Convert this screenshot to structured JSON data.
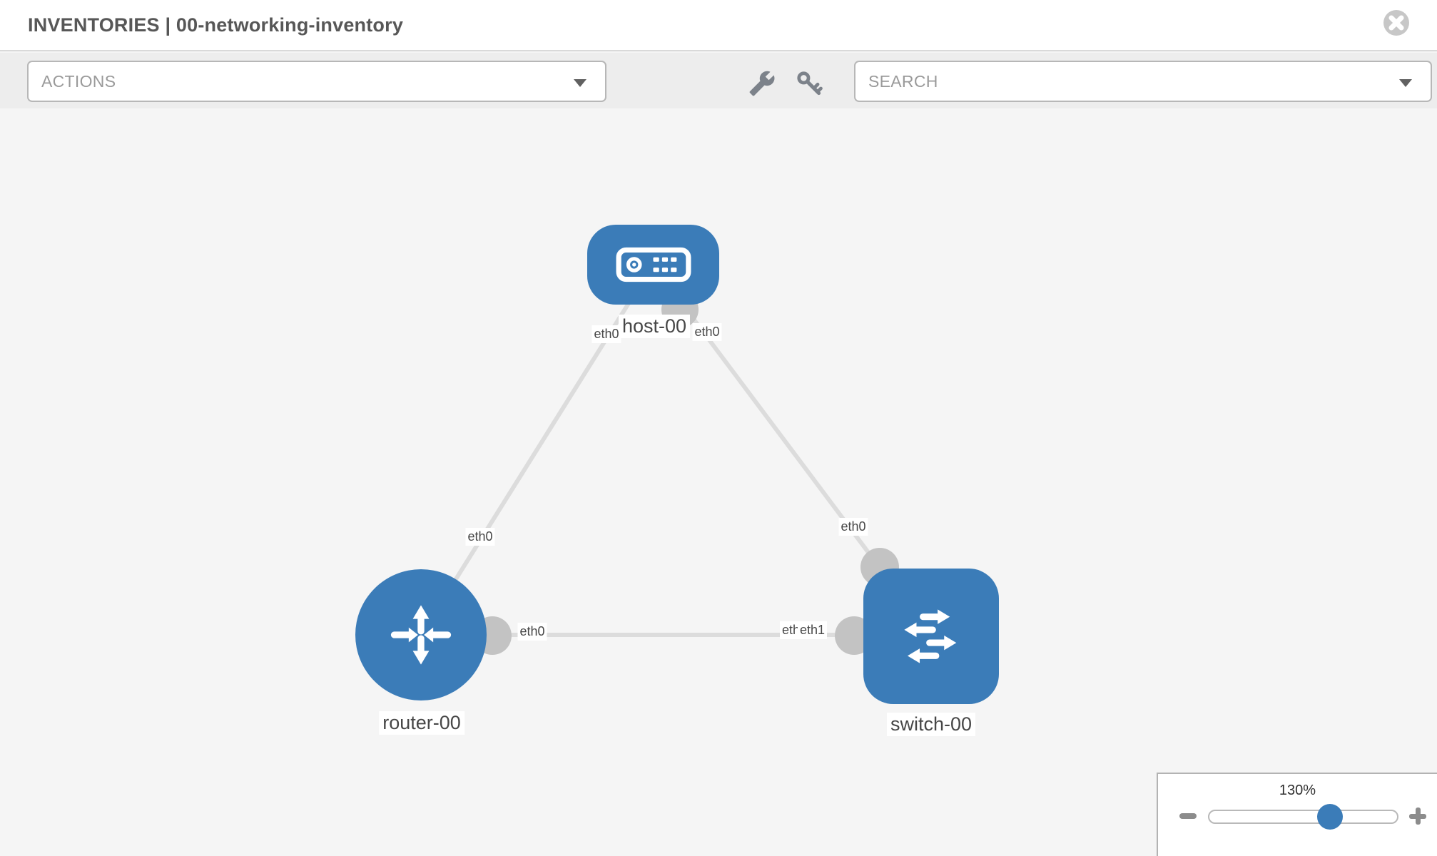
{
  "header": {
    "title": "INVENTORIES | 00-networking-inventory"
  },
  "toolbar": {
    "actions_label": "ACTIONS",
    "search_label": "SEARCH"
  },
  "topology": {
    "nodes": {
      "host": {
        "label": "host-00",
        "type": "host"
      },
      "router": {
        "label": "router-00",
        "type": "router"
      },
      "switch": {
        "label": "switch-00",
        "type": "switch"
      }
    },
    "links": [
      {
        "source": "host-00",
        "target": "router-00",
        "source_interface": "eth0",
        "target_interface": "eth0"
      },
      {
        "source": "host-00",
        "target": "switch-00",
        "source_interface": "eth0",
        "target_interface": "eth0"
      },
      {
        "source": "router-00",
        "target": "switch-00",
        "source_interface": "eth0",
        "target_interface": "eth1"
      }
    ],
    "interface_labels": {
      "host_left": "eth0",
      "host_right": "eth0",
      "router_top": "eth0",
      "switch_top": "eth0",
      "router_right": "eth0",
      "switch_left_eth0": "eth0",
      "switch_left_eth1": "eth1"
    }
  },
  "zoom_control": {
    "level": "130%"
  },
  "colors": {
    "node_fill": "#3b7cb8",
    "link": "#dcdcdc",
    "endpoint_dot": "#c3c3c3",
    "slider_thumb": "#3b7cb8"
  }
}
